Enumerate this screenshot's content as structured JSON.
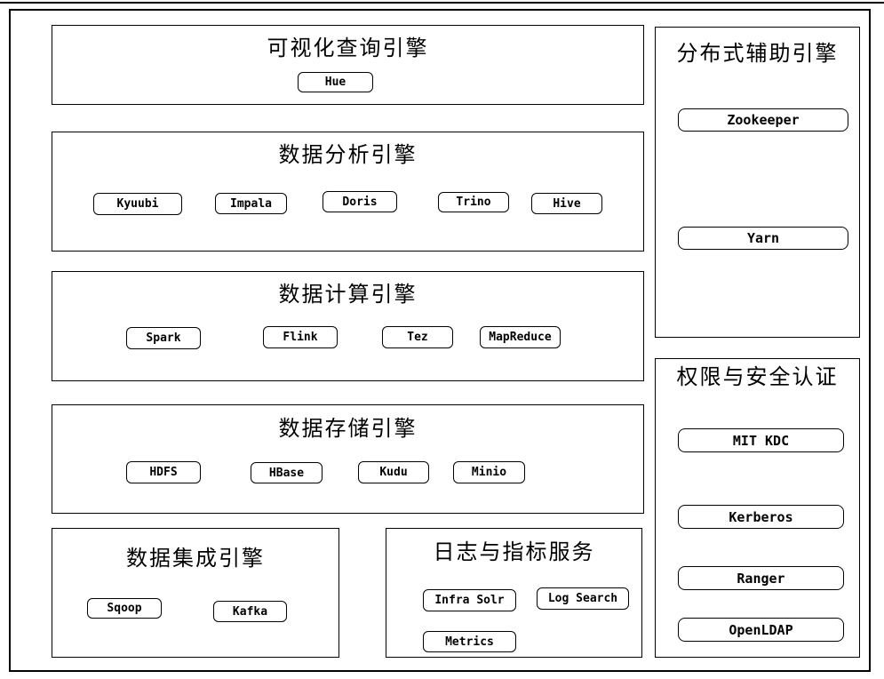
{
  "colors": {
    "line": "#000000",
    "background": "#ffffff",
    "text": "#000000"
  },
  "sections": [
    {
      "title": "可视化查询引擎",
      "items": [
        "Hue"
      ]
    },
    {
      "title": "数据分析引擎",
      "items": [
        "Kyuubi",
        "Impala",
        "Doris",
        "Trino",
        "Hive"
      ]
    },
    {
      "title": "数据计算引擎",
      "items": [
        "Spark",
        "Flink",
        "Tez",
        "MapReduce"
      ]
    },
    {
      "title": "数据存储引擎",
      "items": [
        "HDFS",
        "HBase",
        "Kudu",
        "Minio"
      ]
    },
    {
      "title": "数据集成引擎",
      "items": [
        "Sqoop",
        "Kafka"
      ]
    },
    {
      "title": "日志与指标服务",
      "items": [
        "Infra Solr",
        "Log Search",
        "Metrics"
      ]
    },
    {
      "title": "分布式辅助引擎",
      "items": [
        "Zookeeper",
        "Yarn"
      ]
    },
    {
      "title": "权限与安全认证",
      "items": [
        "MIT KDC",
        "Kerberos",
        "Ranger",
        "OpenLDAP"
      ]
    }
  ]
}
